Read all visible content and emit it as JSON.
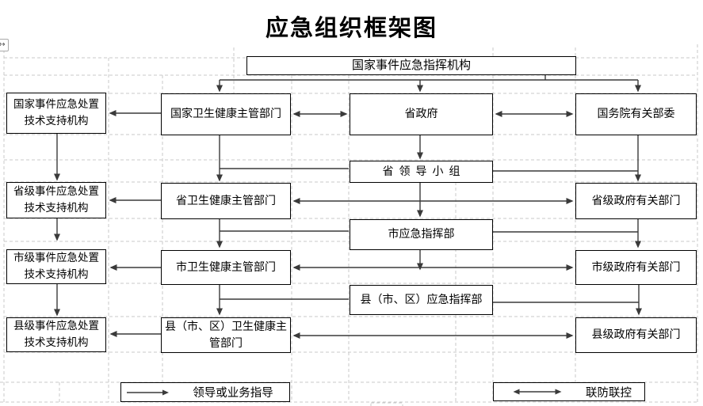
{
  "title": "应急组织框架图",
  "nodes": {
    "national_command": "国家事件应急指挥机构",
    "national_tech_support": "国家事件应急处置技术支持机构",
    "national_health_dept": "国家卫生健康主管部门",
    "provincial_government": "省政府",
    "state_council_depts": "国务院有关部委",
    "provincial_leading_group": "省领导小组",
    "provincial_tech_support": "省级事件应急处置技术支持机构",
    "provincial_health_dept": "省卫生健康主管部门",
    "provincial_gov_depts": "省级政府有关部门",
    "city_command": "市应急指挥部",
    "city_tech_support": "市级事件应急处置技术支持机构",
    "city_health_dept": "市卫生健康主管部门",
    "city_gov_depts": "市级政府有关部门",
    "county_command": "县（市、区）应急指挥部",
    "county_tech_support": "县级事件应急处置技术支持机构",
    "county_health_dept": "县（市、区）卫生健康主管部门",
    "county_gov_depts": "县级政府有关部门"
  },
  "legend": {
    "leadership_label": "领导或业务指导",
    "joint_label": "联防联控"
  },
  "icons": {
    "table_move_handle": "↔"
  },
  "colors": {
    "line": "#3a3a3a",
    "box_border": "#000000",
    "grid": "#c9c9c9"
  }
}
